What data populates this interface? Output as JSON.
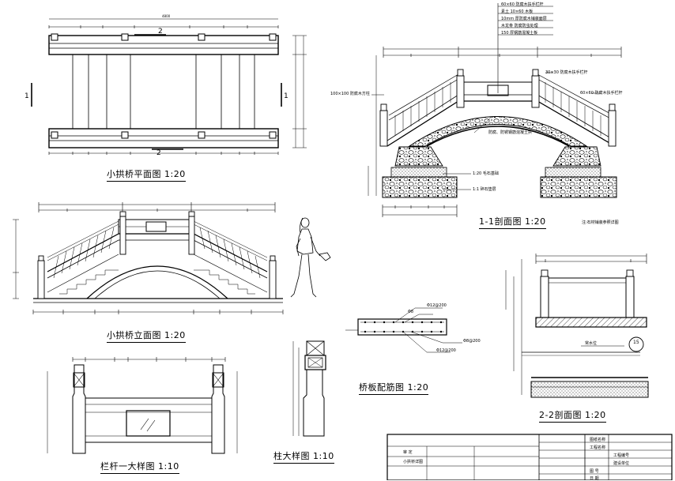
{
  "titles": {
    "plan": "小拱桥平面图 1:20",
    "elevation": "小拱桥立面图 1:20",
    "section11": "1-1剖面图 1:20",
    "section22": "2-2剖面图 1:20",
    "railing": "栏杆一大样图 1:10",
    "post": "柱大样图 1:10",
    "slab": "桥板配筋图 1:20"
  },
  "plan_marks": {
    "top": "2",
    "bottom": "2",
    "left": "1",
    "right": "1"
  },
  "section11_labels": {
    "post_note": "100×100 防腐木方柱",
    "rail_small": "30×30 防腐木扶手栏杆",
    "rail_large": "60×60 防腐木扶手栏杆",
    "arch_note": "防腐、防锈钢筋混凝土拱",
    "layer_a": "1:20 毛石基础",
    "layer_b": "1:1 碎石垫层",
    "foot_note": "注:石材铺装参照详图"
  },
  "stack_notes": [
    "60×60 防腐木扶手栏杆",
    "素土 10×60 木板",
    "10mm 厚防腐木铺装面层",
    "木龙骨 防腐防虫处理",
    "150 厚钢筋混凝土板"
  ],
  "slab_labels": {
    "r1": "Φ12@200",
    "r2": "Φ8",
    "r3": "Φ8@200",
    "r4": "Φ12@200"
  },
  "section22_labels": {
    "callout": "15",
    "water": "常水位"
  },
  "titleblock": {
    "r1": "图纸名称",
    "r2": "工程名称",
    "r3": "工程编号",
    "r4": "建设单位",
    "r5": "图 号",
    "r6": "日 期",
    "left1": "审 定",
    "left2": "小拱桥详图"
  }
}
